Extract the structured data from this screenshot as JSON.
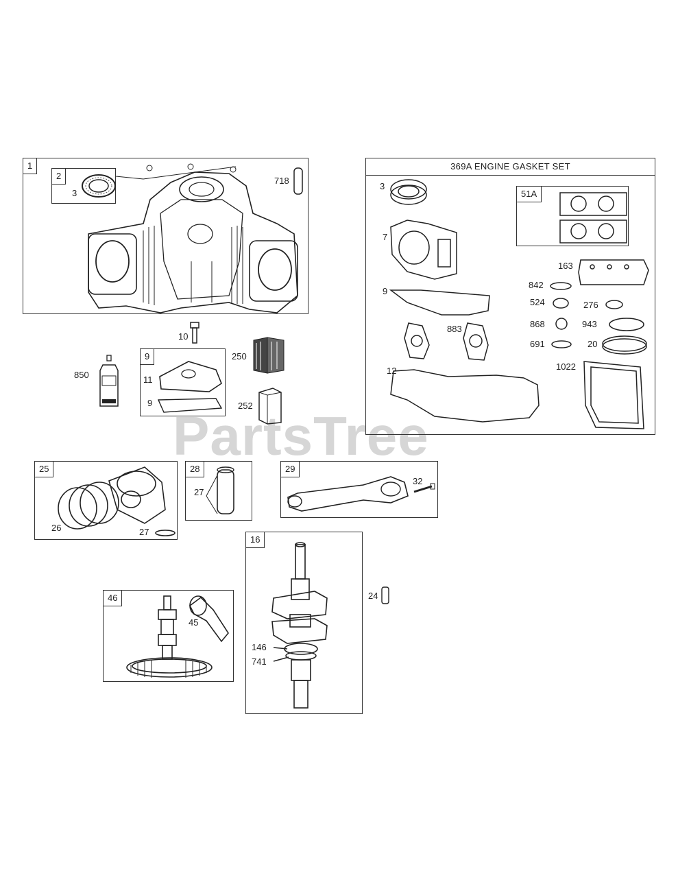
{
  "watermark": "PartsTree",
  "panel_engine_block": {
    "ref": "1",
    "inner_ref": "2",
    "labels": {
      "seal": "3",
      "dowel": "718"
    }
  },
  "panel_gasket_set": {
    "title": "369A ENGINE GASKET SET",
    "sub_ref": "51A",
    "labels": [
      "3",
      "7",
      "9",
      "12",
      "883",
      "163",
      "842",
      "524",
      "276",
      "868",
      "943",
      "691",
      "20",
      "1022"
    ]
  },
  "loose_parts": {
    "bolt": "10",
    "oil": "850",
    "filter_a": "250",
    "filter_b": "252",
    "pin": "24"
  },
  "panel_breather": {
    "ref": "9",
    "labels": {
      "cover": "11",
      "gasket": "9"
    }
  },
  "panel_piston": {
    "ref": "25",
    "labels": {
      "rings": "26",
      "clip": "27"
    }
  },
  "panel_pin": {
    "ref": "28",
    "labels": {
      "pin": "27"
    }
  },
  "panel_rod": {
    "ref": "29",
    "labels": {
      "bolt": "32"
    }
  },
  "panel_crank": {
    "ref": "16",
    "labels": {
      "gear": "146",
      "key": "741"
    }
  },
  "panel_cam": {
    "ref": "46",
    "labels": {
      "lifter": "45"
    }
  }
}
